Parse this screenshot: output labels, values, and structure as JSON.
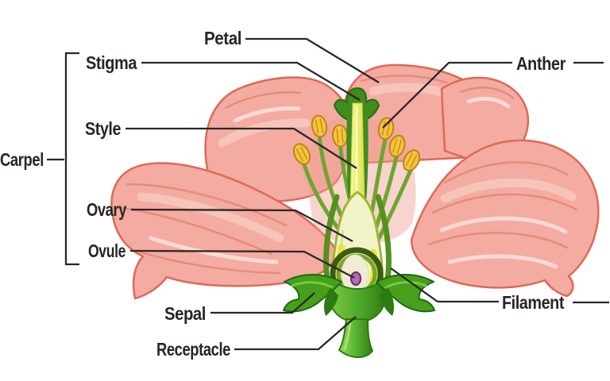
{
  "figure": {
    "kind": "flower-anatomy-cross-section-diagram",
    "background": "#ffffff",
    "carpel_bracket_groups": [
      "Stigma",
      "Style",
      "Ovary",
      "Ovule"
    ]
  },
  "labels": {
    "petal": {
      "text": "Petal"
    },
    "stigma": {
      "text": "Stigma"
    },
    "anther": {
      "text": "Anther"
    },
    "style": {
      "text": "Style"
    },
    "carpel": {
      "text": "Carpel"
    },
    "ovary": {
      "text": "Ovary"
    },
    "ovule": {
      "text": "Ovule"
    },
    "sepal": {
      "text": "Sepal"
    },
    "receptacle": {
      "text": "Receptacle"
    },
    "filament": {
      "text": "Filament"
    }
  },
  "colors": {
    "label_text": "#2a2526",
    "label_line": "#2b2728",
    "petal_fill": "#f4aba1",
    "petal_outline": "#dc6a57",
    "petal_shadow": "#efa093",
    "petal_highlight": "#f9d1c9",
    "stamen_filament": "#6fa530",
    "anther_fill": "#f3c43c",
    "anther_outline": "#bc8418",
    "stigma_green": "#3f8c1f",
    "style_fill": "#eaee72",
    "carpel_wall_green": "#55911f",
    "ovary_fill": "#f3f3c9",
    "ovary_outline": "#9fb832",
    "ovule_ring_dark": "#3c5c10",
    "ovule_ring_light": "#76a52e",
    "ovule_center": "#f0ecd4",
    "ovule_egg_purple": "#b56bb0",
    "sepal_fill": "#46a01c",
    "sepal_outline": "#1f6a0e",
    "stem_fill": "#5cb832"
  }
}
